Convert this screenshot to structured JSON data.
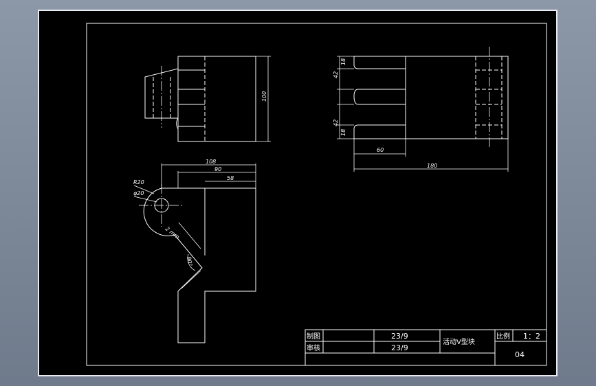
{
  "drawing": {
    "dimensions": {
      "front_height": "100",
      "top_18_a": "18",
      "top_42_a": "42",
      "top_42_b": "42",
      "top_18_b": "18",
      "top_60": "60",
      "top_180": "180",
      "side_108": "108",
      "side_90": "90",
      "side_58": "58",
      "side_r20": "R20",
      "side_phi20": "φ20",
      "side_chamfer": "2 mm",
      "side_angle": "90°"
    }
  },
  "title_block": {
    "drawn_label": "制图",
    "checked_label": "审核",
    "drawn_date": "23/9",
    "checked_date": "23/9",
    "part_name": "活动V型块",
    "scale_label": "比例",
    "scale_value": "1：2",
    "drawing_number": "04"
  },
  "colors": {
    "background": "#000000",
    "lines": "#ffffff",
    "frame_outer": "#7f8a9b"
  }
}
